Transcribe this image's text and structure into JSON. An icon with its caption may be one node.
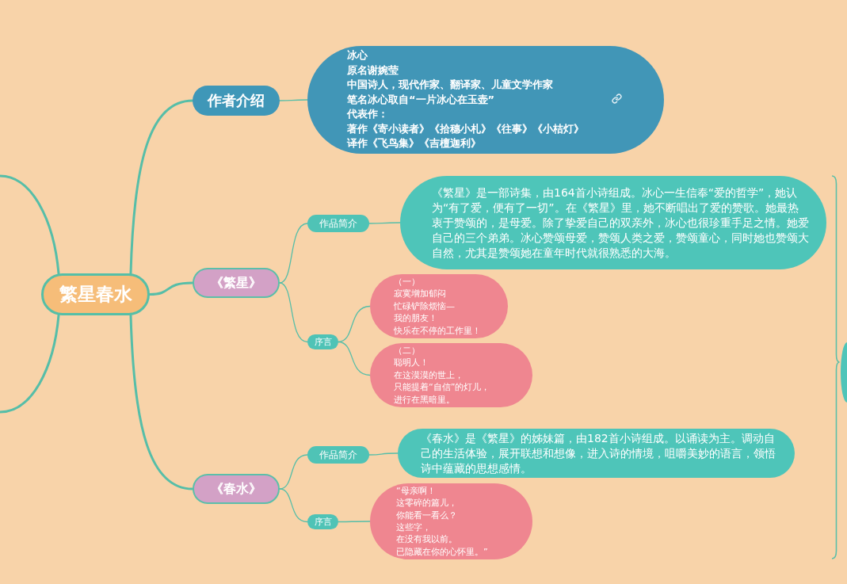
{
  "diagram": {
    "nodes": [
      {
        "text": [
          "繁星春水"
        ]
      },
      {
        "text": [
          "作者介绍"
        ]
      },
      {
        "text": [
          "冰心",
          "原名谢婉莹",
          "中国诗人，现代作家、翻译家、儿童文学作家",
          "笔名冰心取自“一片冰心在玉壶”",
          "代表作：",
          "著作《寄小读者》《拾穗小札》《往事》《小桔灯》",
          "译作《飞鸟集》《吉檀迦利》"
        ]
      },
      {
        "text": [
          "《繁星》"
        ]
      },
      {
        "text": [
          "作品简介"
        ]
      },
      {
        "text": [
          "《繁星》是一部诗集，由164首小诗组成。冰心一生信奉“爱的哲学”，她认为“有了爱，便有了一切”。在《繁星》里，她不断唱出了爱的赞歌。她最热衷于赞颂的，是母爱。除了挚爱自己的双亲外，冰心也很珍重手足之情。她爱自己的三个弟弟。冰心赞颂母爱，赞颂人类之爱，赞颂童心，同时她也赞颂大自然，尤其是赞颂她在童年时代就很熟悉的大海。"
        ]
      },
      {
        "text": [
          "序言"
        ]
      },
      {
        "text": [
          "（一）",
          "寂寞增加郁闷",
          "忙碌铲除烦恼—",
          "我的朋友！",
          "快乐在不停的工作里！"
        ]
      },
      {
        "text": [
          "（二）",
          "聪明人！",
          "在这漠漠的世上，",
          "只能提着“自信”的灯儿，",
          "进行在黑暗里。"
        ]
      },
      {
        "text": [
          "《春水》"
        ]
      },
      {
        "text": [
          "作品简介"
        ]
      },
      {
        "text": [
          "《春水》是《繁星》的姊妹篇，由182首小诗组成。以诵读为主。调动自己的生活体验，展开联想和想像，进入诗的情境，咀嚼美妙的语言，领悟诗中蕴藏的思想感情。"
        ]
      },
      {
        "text": [
          "序言"
        ]
      },
      {
        "text": [
          "“母亲啊！",
          "这零碎的篇儿，",
          "你能看一看么？",
          "这些字，",
          "在没有我以前。",
          "已隐藏在你的心怀里。”"
        ]
      },
      {
        "text": [],
        "shape": "box"
      }
    ],
    "edges": [
      {
        "from": 0,
        "to": 1,
        "arrow": "none",
        "style": "thick"
      },
      {
        "from": 0,
        "to": 3,
        "arrow": "none",
        "style": "thick"
      },
      {
        "from": 0,
        "to": 9,
        "arrow": "none",
        "style": "thick"
      },
      {
        "from": 0,
        "to": null,
        "arrow": "none",
        "style": "thick"
      },
      {
        "from": 0,
        "to": null,
        "arrow": "none",
        "style": "thick"
      },
      {
        "from": 1,
        "to": 2,
        "arrow": "none"
      },
      {
        "from": 3,
        "to": 4,
        "arrow": "none"
      },
      {
        "from": 3,
        "to": 6,
        "arrow": "none"
      },
      {
        "from": 4,
        "to": 5,
        "arrow": "none"
      },
      {
        "from": 6,
        "to": 7,
        "arrow": "none"
      },
      {
        "from": 6,
        "to": 8,
        "arrow": "none"
      },
      {
        "from": 9,
        "to": 10,
        "arrow": "none"
      },
      {
        "from": 9,
        "to": 12,
        "arrow": "none"
      },
      {
        "from": 10,
        "to": 11,
        "arrow": "none"
      },
      {
        "from": 12,
        "to": 13,
        "arrow": "none"
      }
    ]
  }
}
